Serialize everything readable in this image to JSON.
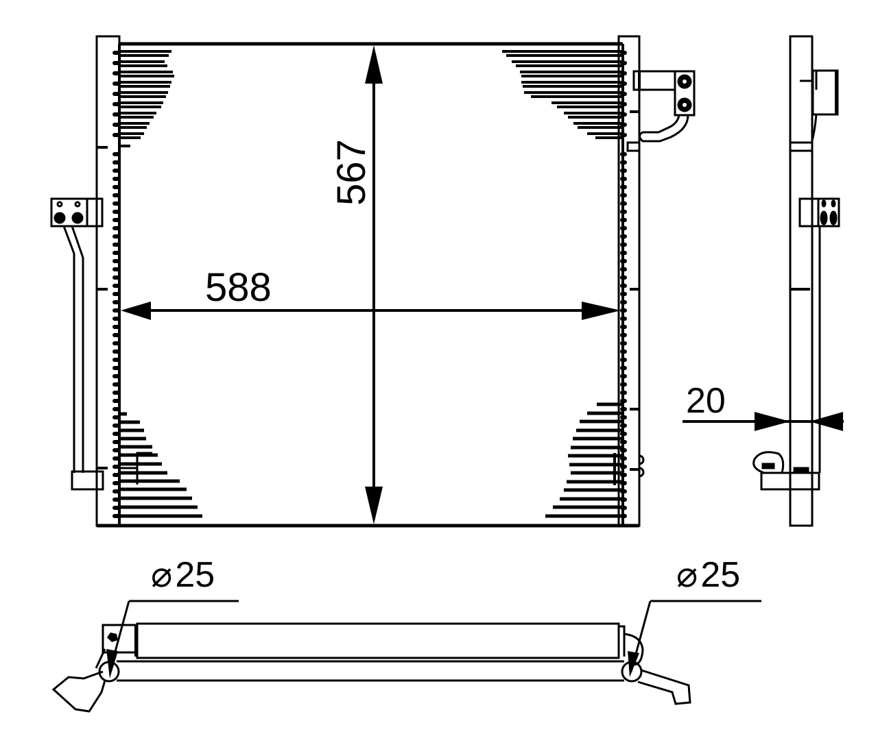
{
  "drawing": {
    "subject": "AC condenser technical dimension drawing",
    "views": [
      "front-view",
      "side-view",
      "bottom-view"
    ],
    "stroke_color": "#000000",
    "background_color": "#ffffff"
  },
  "dimensions": {
    "width": {
      "value": "588",
      "label": "588"
    },
    "height": {
      "value": "567",
      "label": "567"
    },
    "depth": {
      "value": "20",
      "label": "20"
    },
    "pipe_left": {
      "symbol": "⌀",
      "value": "25"
    },
    "pipe_right": {
      "symbol": "⌀",
      "value": "25"
    }
  }
}
